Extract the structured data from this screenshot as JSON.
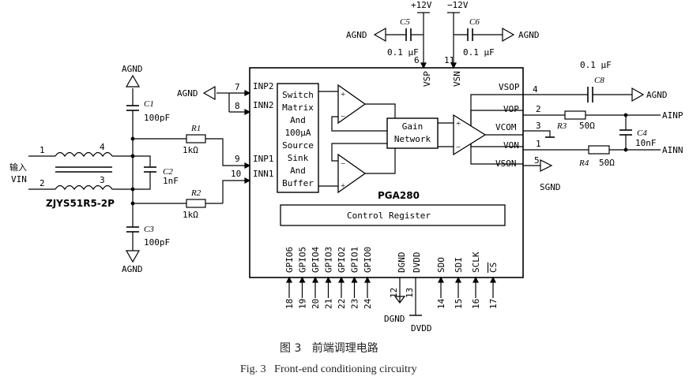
{
  "figure": {
    "caption_cn": "图 3   前端调理电路",
    "caption_en": "Fig. 3   Front-end conditioning circuitry"
  },
  "supply": {
    "vsp_net": "+12V",
    "vsn_net": "−12V",
    "c5_label": "C5",
    "c5_value": "0.1 μF",
    "c6_label": "C6",
    "c6_value": "0.1 μF",
    "vsp_pin": "VSP",
    "vsn_pin": "VSN",
    "vsp_pin_num": "6",
    "vsn_pin_num": "11",
    "agnd_c5": "AGND",
    "agnd_c6": "AGND"
  },
  "input": {
    "label_cn": "输入",
    "label": "VIN",
    "pin1": "1",
    "pin2": "2",
    "pin3": "3",
    "pin4": "4",
    "choke_part": "ZJYS51R5-2P",
    "c1_label": "C1",
    "c1_value": "100pF",
    "c2_label": "C2",
    "c2_value": "1nF",
    "c3_label": "C3",
    "c3_value": "100pF",
    "r1_label": "R1",
    "r1_value": "1kΩ",
    "r2_label": "R2",
    "r2_value": "1kΩ",
    "agnd_top": "AGND",
    "agnd_bottom": "AGND",
    "agnd_left": "AGND"
  },
  "chip": {
    "name": "PGA280",
    "switch_text": [
      "Switch",
      "Matrix",
      "And",
      "100μA",
      "Source",
      "Sink",
      "And",
      "Buffer"
    ],
    "gain_text": [
      "Gain",
      "Network"
    ],
    "control_register": "Control Register",
    "left_pins": [
      {
        "num": "7",
        "name": "INP2"
      },
      {
        "num": "8",
        "name": "INN2"
      },
      {
        "num": "9",
        "name": "INP1"
      },
      {
        "num": "10",
        "name": "INN1"
      }
    ],
    "right_pins": [
      {
        "num": "4",
        "name": "VSOP"
      },
      {
        "num": "2",
        "name": "VOP"
      },
      {
        "num": "3",
        "name": "VCOM"
      },
      {
        "num": "1",
        "name": "VON"
      },
      {
        "num": "5",
        "name": "VSON"
      }
    ],
    "gpio_pins": [
      {
        "num": "18",
        "name": "GPIO6"
      },
      {
        "num": "19",
        "name": "GPIO5"
      },
      {
        "num": "20",
        "name": "GPIO4"
      },
      {
        "num": "21",
        "name": "GPIO3"
      },
      {
        "num": "22",
        "name": "GPIO2"
      },
      {
        "num": "23",
        "name": "GPIO1"
      },
      {
        "num": "24",
        "name": "GPIO0"
      }
    ],
    "dgnd_pin": {
      "num": "12",
      "name": "DGND",
      "net": "DGND"
    },
    "dvdd_pin": {
      "num": "13",
      "name": "DVDD",
      "net": "DVDD"
    },
    "spi_pins": [
      {
        "num": "14",
        "name": "SDO"
      },
      {
        "num": "15",
        "name": "SDI"
      },
      {
        "num": "16",
        "name": "SCLK"
      },
      {
        "num": "17",
        "name": "CS"
      }
    ]
  },
  "output": {
    "c8_label": "C8",
    "c8_value": "0.1 μF",
    "r3_label": "R3",
    "r3_value": "50Ω",
    "r4_label": "R4",
    "r4_value": "50Ω",
    "c4_label": "C4",
    "c4_value": "10nF",
    "ainp": "AINP",
    "ainn": "AINN",
    "agnd": "AGND",
    "sgnd": "SGND"
  }
}
